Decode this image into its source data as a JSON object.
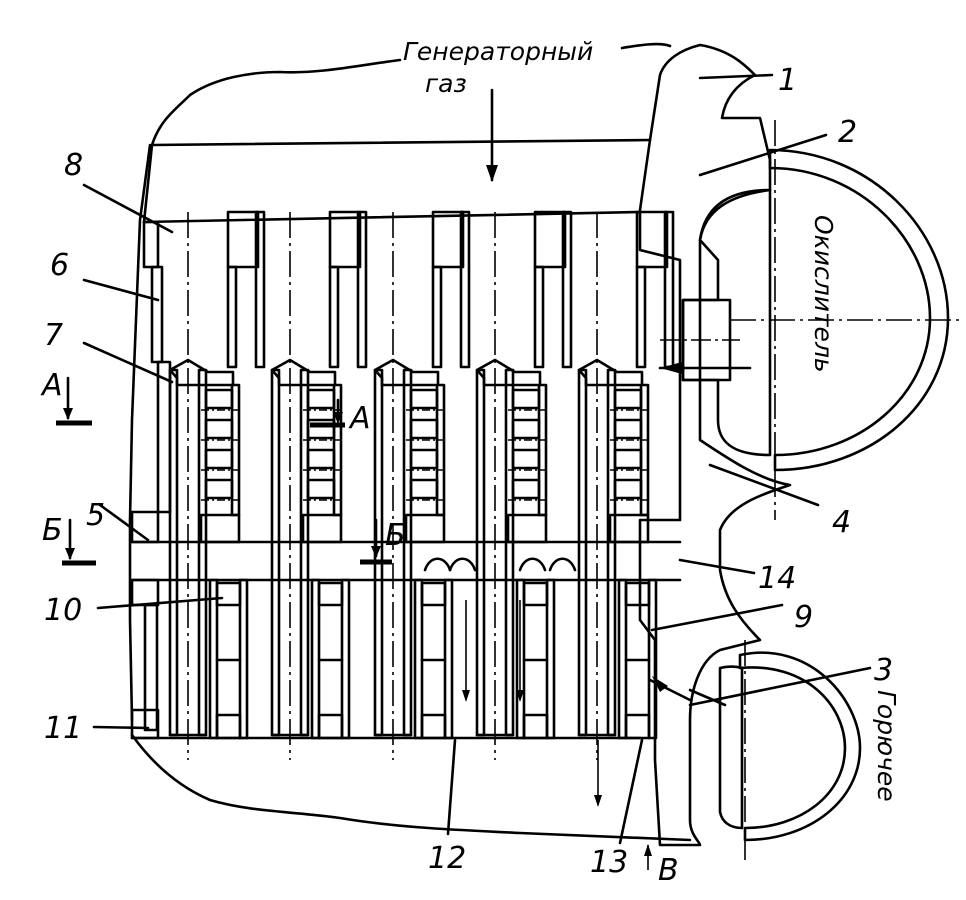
{
  "figure": {
    "type": "engineering cross-section drawing",
    "flow_labels": {
      "generator_gas_line1": "Генераторный",
      "generator_gas_line2": "газ",
      "oxidizer": "Окислитель",
      "fuel": "Горючее"
    },
    "part_numbers": [
      "1",
      "2",
      "3",
      "4",
      "5",
      "6",
      "7",
      "8",
      "9",
      "10",
      "11",
      "12",
      "13",
      "14"
    ],
    "section_marks": {
      "A_left": "А",
      "A_mid": "А",
      "B_left": "Б",
      "B_mid": "Б",
      "V_bottom": "В"
    },
    "colors": {
      "ink": "#000000",
      "paper": "#ffffff"
    }
  }
}
